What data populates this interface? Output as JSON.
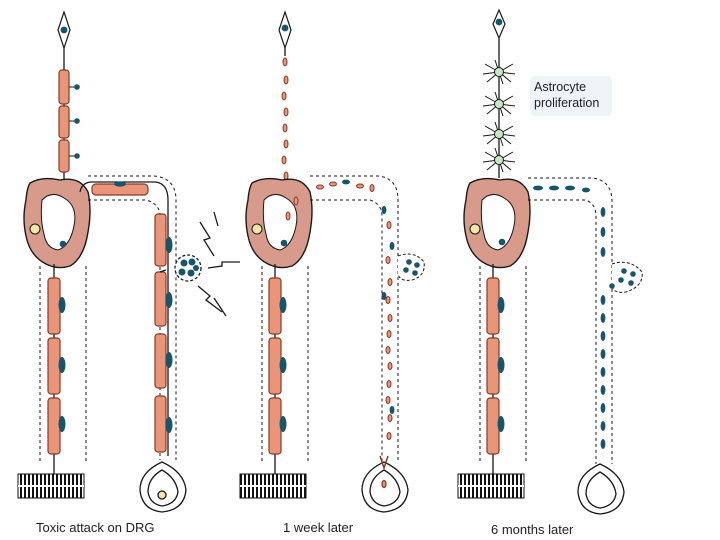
{
  "panels": [
    {
      "caption": "Toxic attack on DRG"
    },
    {
      "caption": "1 week later"
    },
    {
      "caption": "6 months later"
    }
  ],
  "callout": {
    "line1": "Astrocyte",
    "line2": "proliferation"
  },
  "colors": {
    "myelin_fill": "#e8957a",
    "myelin_stroke": "#8a3a24",
    "cord": "#d89a8a",
    "teal": "#16556b",
    "astrocyte": "#c9e6c2",
    "soma_ring": "#f3e6a6",
    "line": "#1a1a1a"
  }
}
